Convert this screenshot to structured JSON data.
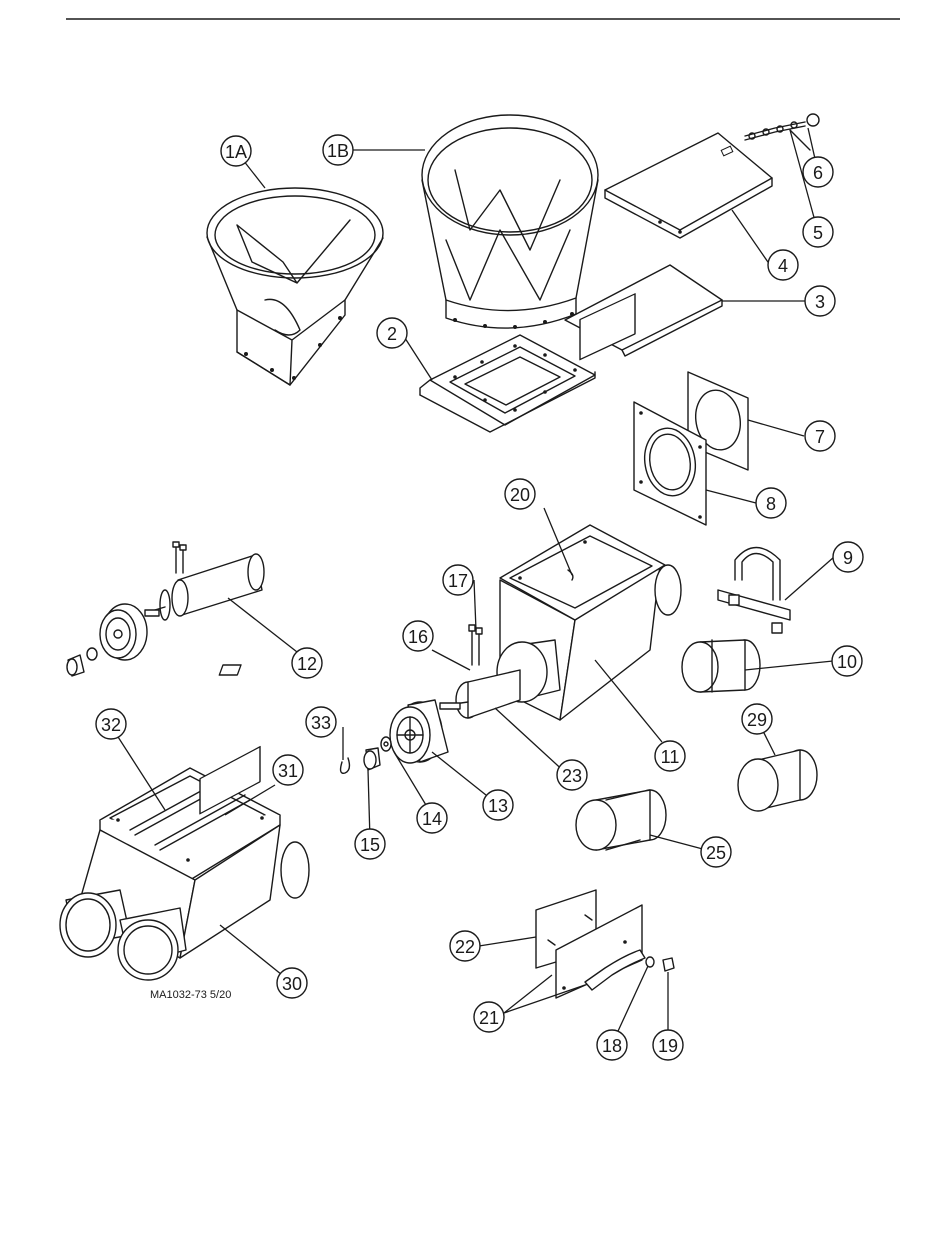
{
  "drawing_number": "MA1032-73 5/20",
  "callouts": [
    {
      "id": "c1A",
      "label": "1A",
      "part": "hopper-small"
    },
    {
      "id": "c1B",
      "label": "1B",
      "part": "hopper-large"
    },
    {
      "id": "c2",
      "label": "2",
      "part": "hopper-mounting-frame"
    },
    {
      "id": "c3",
      "label": "3",
      "part": "slide-gate"
    },
    {
      "id": "c4",
      "label": "4",
      "part": "hopper-cover"
    },
    {
      "id": "c5",
      "label": "5",
      "part": "chain"
    },
    {
      "id": "c6",
      "label": "6",
      "part": "pin"
    },
    {
      "id": "c7",
      "label": "7",
      "part": "gasket-plate"
    },
    {
      "id": "c8",
      "label": "8",
      "part": "adapter-plate"
    },
    {
      "id": "c9",
      "label": "9",
      "part": "u-bolt-clamp"
    },
    {
      "id": "c10",
      "label": "10",
      "part": "tube-sleeve"
    },
    {
      "id": "c11",
      "label": "11",
      "part": "meter-housing"
    },
    {
      "id": "c12",
      "label": "12",
      "part": "meter-roller-assembly"
    },
    {
      "id": "c13",
      "label": "13",
      "part": "meter-wheel"
    },
    {
      "id": "c14",
      "label": "14",
      "part": "washer"
    },
    {
      "id": "c15",
      "label": "15",
      "part": "bushing"
    },
    {
      "id": "c16",
      "label": "16",
      "part": "lock-plate"
    },
    {
      "id": "c17",
      "label": "17",
      "part": "bolt"
    },
    {
      "id": "c18",
      "label": "18",
      "part": "lock-washer"
    },
    {
      "id": "c19",
      "label": "19",
      "part": "nut"
    },
    {
      "id": "c20",
      "label": "20",
      "part": "set-screw"
    },
    {
      "id": "c21",
      "label": "21",
      "part": "shut-off-plate"
    },
    {
      "id": "c22",
      "label": "22",
      "part": "shut-off-slide"
    },
    {
      "id": "c23",
      "label": "23",
      "part": "meter-shaft"
    },
    {
      "id": "c25",
      "label": "25",
      "part": "split-sleeve"
    },
    {
      "id": "c29",
      "label": "29",
      "part": "outlet-sleeve"
    },
    {
      "id": "c30",
      "label": "30",
      "part": "dual-meter-housing"
    },
    {
      "id": "c31",
      "label": "31",
      "part": "divider"
    },
    {
      "id": "c32",
      "label": "32",
      "part": "housing-set-screw"
    },
    {
      "id": "c33",
      "label": "33",
      "part": "hair-pin-clip"
    }
  ]
}
